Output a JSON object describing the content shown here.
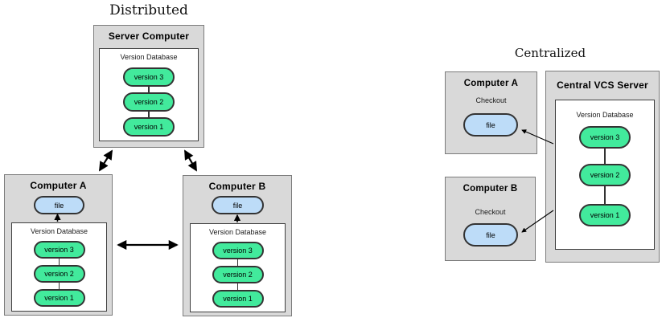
{
  "distributed": {
    "title": "Distributed",
    "server_computer": {
      "label": "Server Computer",
      "version_database": {
        "label": "Version Database",
        "versions": [
          "version 3",
          "version 2",
          "version 1"
        ]
      }
    },
    "computer_a": {
      "label": "Computer A",
      "file": "file",
      "version_database": {
        "label": "Version Database",
        "versions": [
          "version 3",
          "version 2",
          "version 1"
        ]
      }
    },
    "computer_b": {
      "label": "Computer B",
      "file": "file",
      "version_database": {
        "label": "Version Database",
        "versions": [
          "version 3",
          "version 2",
          "version 1"
        ]
      }
    }
  },
  "centralized": {
    "title": "Centralized",
    "computer_a": {
      "label": "Computer A",
      "checkout": "Checkout",
      "file": "file"
    },
    "computer_b": {
      "label": "Computer B",
      "checkout": "Checkout",
      "file": "file"
    },
    "central_vcs_server": {
      "label": "Central VCS Server",
      "version_database": {
        "label": "Version Database",
        "versions": [
          "version 3",
          "version 2",
          "version 1"
        ]
      }
    }
  },
  "colors": {
    "box_background": "#d9d9d9",
    "version_pill": "#42ea9c",
    "file_pill": "#bddcf8",
    "arrow": "#000000"
  }
}
